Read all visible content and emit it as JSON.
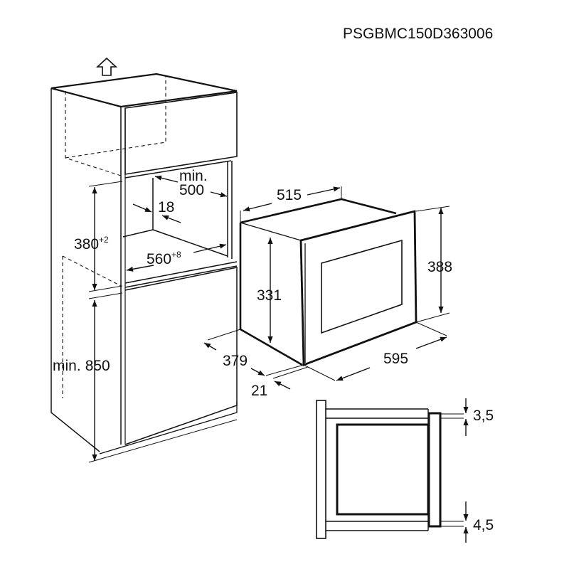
{
  "product_code": "PSGBMC150D363006",
  "colors": {
    "line": "#111111",
    "background": "#ffffff"
  },
  "icons": {
    "up_arrow": "up-arrow-icon"
  },
  "cabinet_dimensions": {
    "niche_depth_prefix": "min.",
    "niche_depth": "500",
    "panel_thickness": "18",
    "niche_height": "380",
    "niche_height_tolerance": "+2",
    "niche_width": "560",
    "niche_width_tolerance": "+8",
    "floor_height_prefix": "min.",
    "floor_height": "850"
  },
  "appliance_dimensions": {
    "depth": "515",
    "body_height": "331",
    "total_height": "388",
    "body_depth": "379",
    "door_thickness": "21",
    "width": "595"
  },
  "section_dimensions": {
    "top_gap": "3,5",
    "bottom_gap": "4,5"
  }
}
